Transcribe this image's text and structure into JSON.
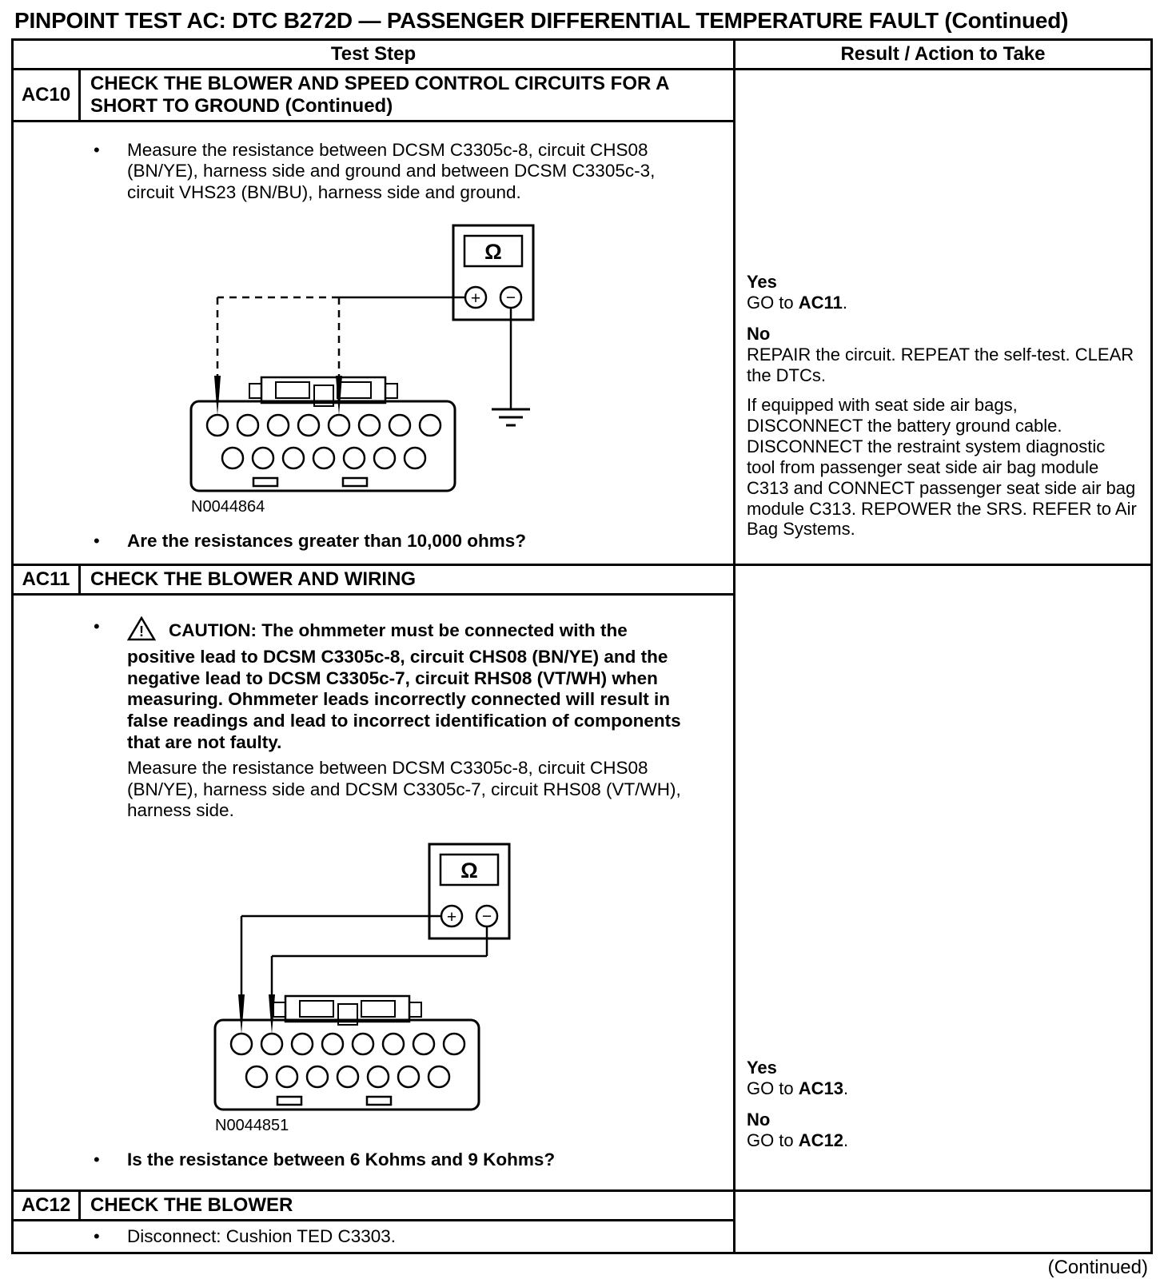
{
  "page": {
    "title": "PINPOINT TEST AC: DTC B272D — PASSENGER DIFFERENTIAL TEMPERATURE FAULT (Continued)",
    "continued_footer": "(Continued)"
  },
  "table_header": {
    "test_step": "Test Step",
    "result_action": "Result / Action to Take"
  },
  "meter": {
    "display": "Ω",
    "plus": "+",
    "minus": "−"
  },
  "caution_mark": "!",
  "steps": [
    {
      "id": "AC10",
      "title": "CHECK THE BLOWER AND SPEED CONTROL CIRCUITS FOR A SHORT TO GROUND (Continued)",
      "measure_text": "Measure the resistance between DCSM C3305c-8, circuit CHS08 (BN/YE), harness side and ground and between DCSM C3305c-3, circuit VHS23 (BN/BU), harness side and ground.",
      "figure_label": "N0044864",
      "question": "Are the resistances greater than 10,000 ohms?",
      "yes_label": "Yes",
      "yes_pre": "GO to ",
      "yes_ref": "AC11",
      "yes_post": ".",
      "no_label": "No",
      "no_text": "REPAIR the circuit. REPEAT the self-test. CLEAR the DTCs.",
      "no_text2": "If equipped with seat side air bags, DISCONNECT the battery ground cable. DISCONNECT the restraint system diagnostic tool from passenger seat side air bag module C313 and CONNECT passenger seat side air bag module C313. REPOWER the SRS. REFER to Air Bag Systems."
    },
    {
      "id": "AC11",
      "title": "CHECK THE BLOWER AND WIRING",
      "caution_text": "CAUTION: The ohmmeter must be connected with the positive lead to DCSM C3305c-8, circuit CHS08 (BN/YE) and the negative lead to DCSM C3305c-7, circuit RHS08 (VT/WH) when measuring. Ohmmeter leads incorrectly connected will result in false readings and lead to incorrect identification of components that are not faulty.",
      "measure_text": "Measure the resistance between DCSM C3305c-8, circuit CHS08 (BN/YE), harness side and DCSM C3305c-7, circuit RHS08 (VT/WH), harness side.",
      "figure_label": "N0044851",
      "question": "Is the resistance between 6 Kohms and 9 Kohms?",
      "yes_label": "Yes",
      "yes_pre": "GO to ",
      "yes_ref": "AC13",
      "yes_post": ".",
      "no_label": "No",
      "no_pre": "GO to ",
      "no_ref": "AC12",
      "no_post": "."
    },
    {
      "id": "AC12",
      "title": "CHECK THE BLOWER",
      "bullet": "Disconnect: Cushion TED C3303."
    }
  ]
}
